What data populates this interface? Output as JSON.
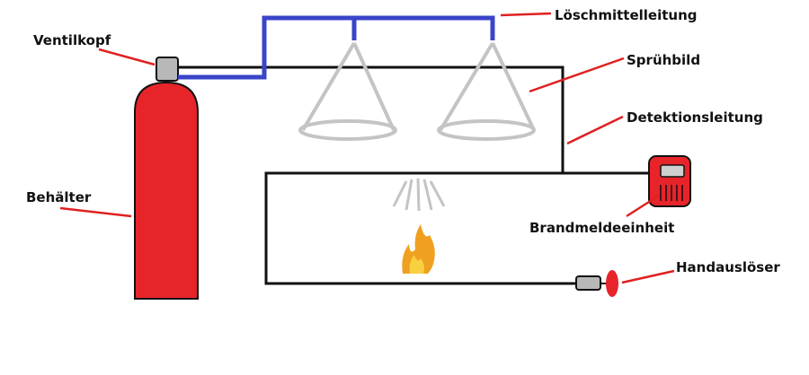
{
  "labels": {
    "ventilkopf": "Ventilkopf",
    "loeschmittelleitung": "Löschmittelleitung",
    "spruehbild": "Sprühbild",
    "detektionsleitung": "Detektionsleitung",
    "behaelter": "Behälter",
    "brandmeldeeinheit": "Brandmeldeeinheit",
    "handausloeser": "Handauslöser"
  },
  "colors": {
    "cylinder": "#e8242b",
    "agent_pipe": "#3a44c8",
    "detection_line": "#111111",
    "spray": "#c4c4c4",
    "leader_line": "#e02020",
    "valve": "#b8b8b8",
    "flame": "#f0a020"
  }
}
